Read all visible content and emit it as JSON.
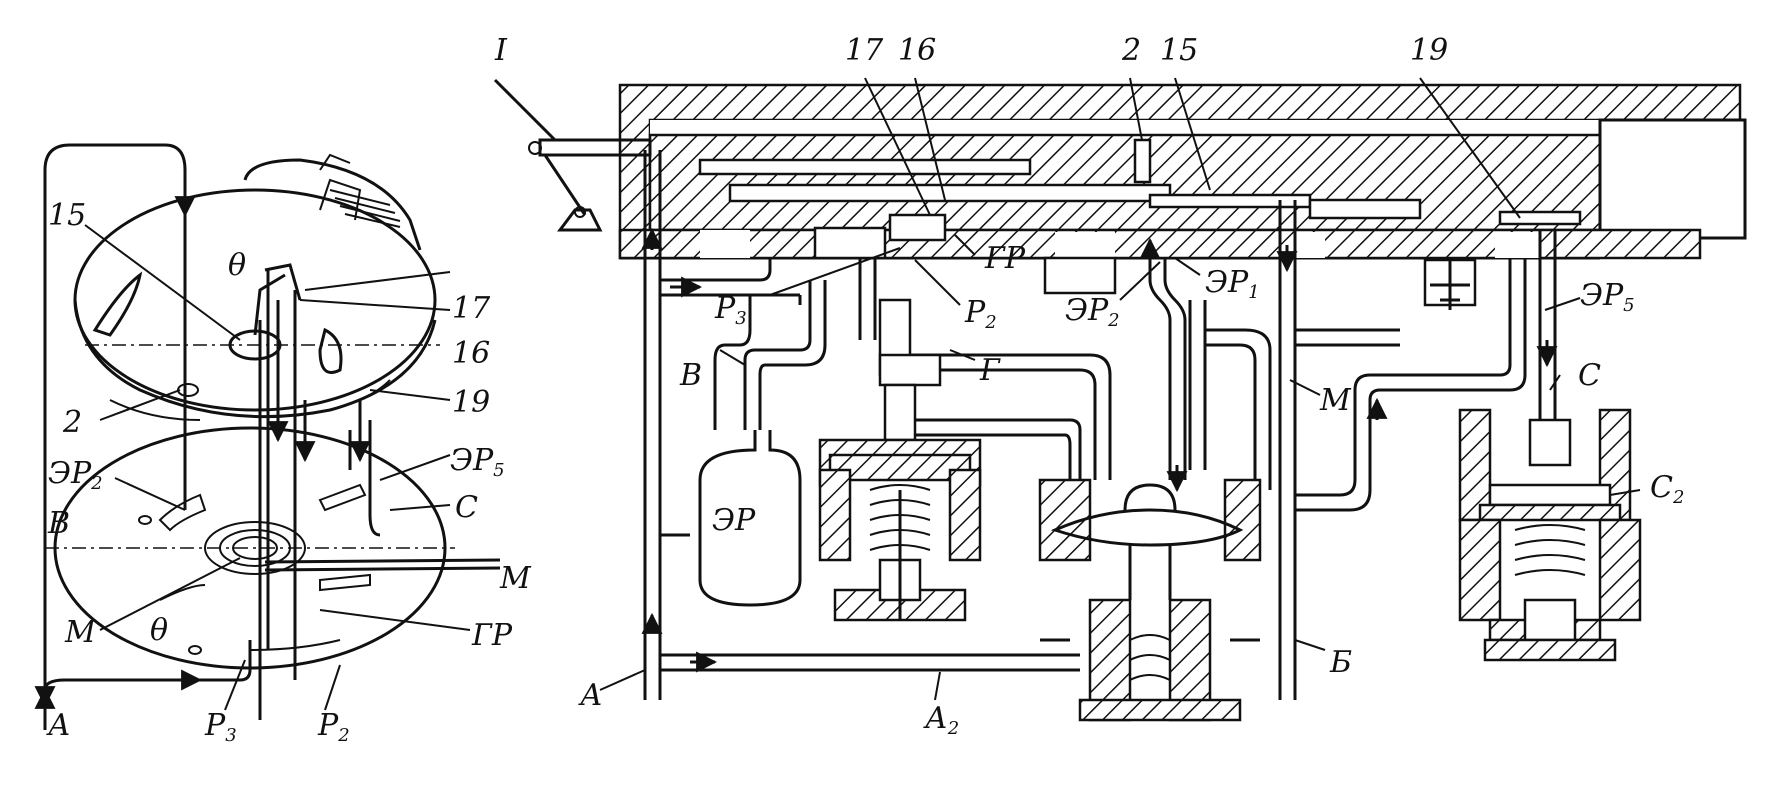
{
  "labels": {
    "l15": "15",
    "l17": "17",
    "l16": "16",
    "l2": "2",
    "l19": "19",
    "l_ep2": "ЭР",
    "l_ep2_sub": "2",
    "l_ep5": "ЭР",
    "l_ep5_sub": "5",
    "l_v": "В",
    "l_c": "С",
    "l_m": "М",
    "l_m2": "М",
    "l_gr": "ГР",
    "l_p3": "Р",
    "l_p3_sub": "3",
    "l_p2": "Р",
    "l_p2_sub": "2",
    "l_a": "А",
    "r_I": "I",
    "r_17": "17",
    "r_16": "16",
    "r_2": "2",
    "r_15": "15",
    "r_19": "19",
    "r_gr": "ГР",
    "r_ep1": "ЭР",
    "r_ep1_sub": "1",
    "r_p3": "Р",
    "r_p3_sub": "3",
    "r_p2": "Р",
    "r_p2_sub": "2",
    "r_ep2": "ЭР",
    "r_ep2_sub": "2",
    "r_ep5": "ЭР",
    "r_ep5_sub": "5",
    "r_v": "В",
    "r_g": "Г",
    "r_m": "М",
    "r_c": "С",
    "r_c2": "С",
    "r_c2_sub": "2",
    "r_ep": "ЭР",
    "r_a": "А",
    "r_a2": "А",
    "r_a2_sub": "2",
    "r_b": "Б"
  }
}
